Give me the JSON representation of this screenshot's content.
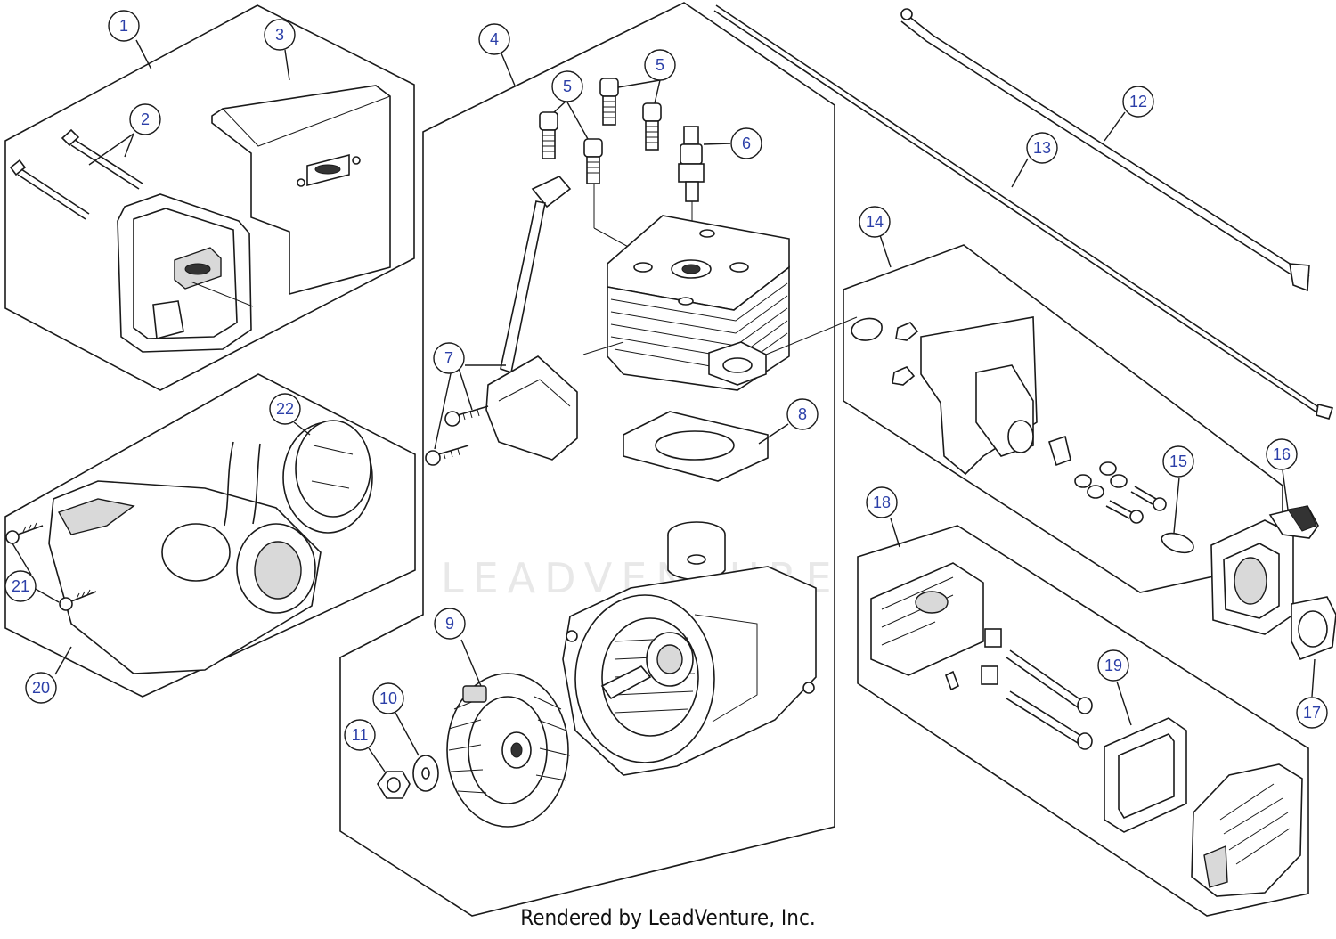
{
  "watermark": "LEADVENTURE",
  "footer": {
    "credit": "Rendered by LeadVenture, Inc."
  },
  "callouts": [
    "1",
    "2",
    "3",
    "4",
    "5",
    "5",
    "6",
    "7",
    "8",
    "9",
    "10",
    "11",
    "12",
    "13",
    "14",
    "15",
    "16",
    "17",
    "18",
    "19",
    "20",
    "21",
    "22"
  ],
  "colors": {
    "line": "#1a1a1a",
    "callout_text": "#2b3fa8",
    "watermark": "#e8e8e8"
  }
}
